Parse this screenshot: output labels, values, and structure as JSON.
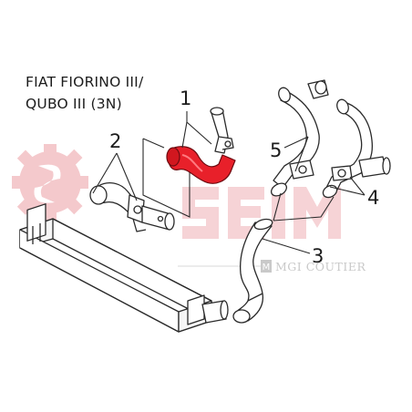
{
  "title": {
    "line1": "FIAT FIORINO III/",
    "line2": "QUBO III (3N)"
  },
  "callouts": [
    "1",
    "2",
    "3",
    "4",
    "5"
  ],
  "watermark": {
    "logo_text": "SEIM",
    "tagline": "MGI COUTIER"
  },
  "colors": {
    "highlight_part": "#e8202a",
    "line_art": "#2a2a2a",
    "watermark": "#f2b8bd"
  }
}
